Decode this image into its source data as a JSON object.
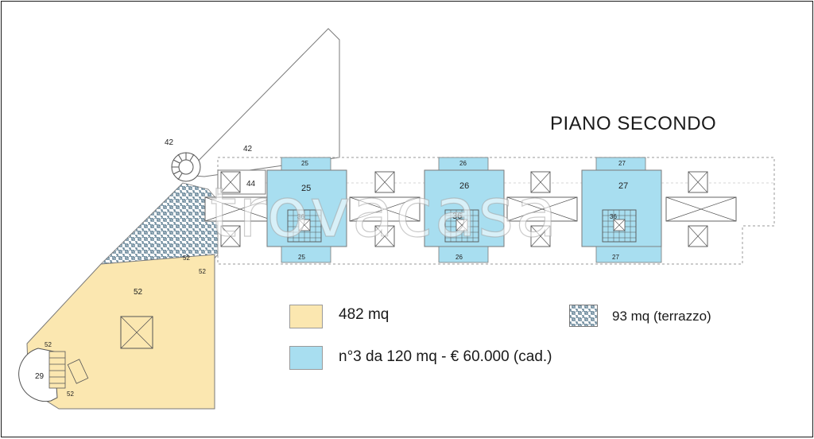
{
  "title": "PIANO SECONDO",
  "watermark": "trovacasa",
  "colors": {
    "yellow": "#fbe7b0",
    "blue": "#a8def0",
    "pattern_dark": "#5b7e93",
    "outline": "#7a7a7a"
  },
  "legend": {
    "yellow_text": "482 mq",
    "blue_text": "n°3 da 120 mq - € 60.000 (cad.)",
    "terrace_text": "93 mq (terrazzo)"
  },
  "plan_labels": {
    "l42a": "42",
    "l42b": "42",
    "l44": "44",
    "l52a": "52",
    "l52b": "52",
    "l52c": "52",
    "l52d": "52",
    "l52e": "52",
    "l29": "29",
    "u25top": "25",
    "u25": "25",
    "u25bot": "25",
    "u36a": "36",
    "u26top": "26",
    "u26": "26",
    "u26bot": "26",
    "u36b": "36",
    "u27top": "27",
    "u27": "27",
    "u27bot": "27",
    "u36c": "36"
  }
}
